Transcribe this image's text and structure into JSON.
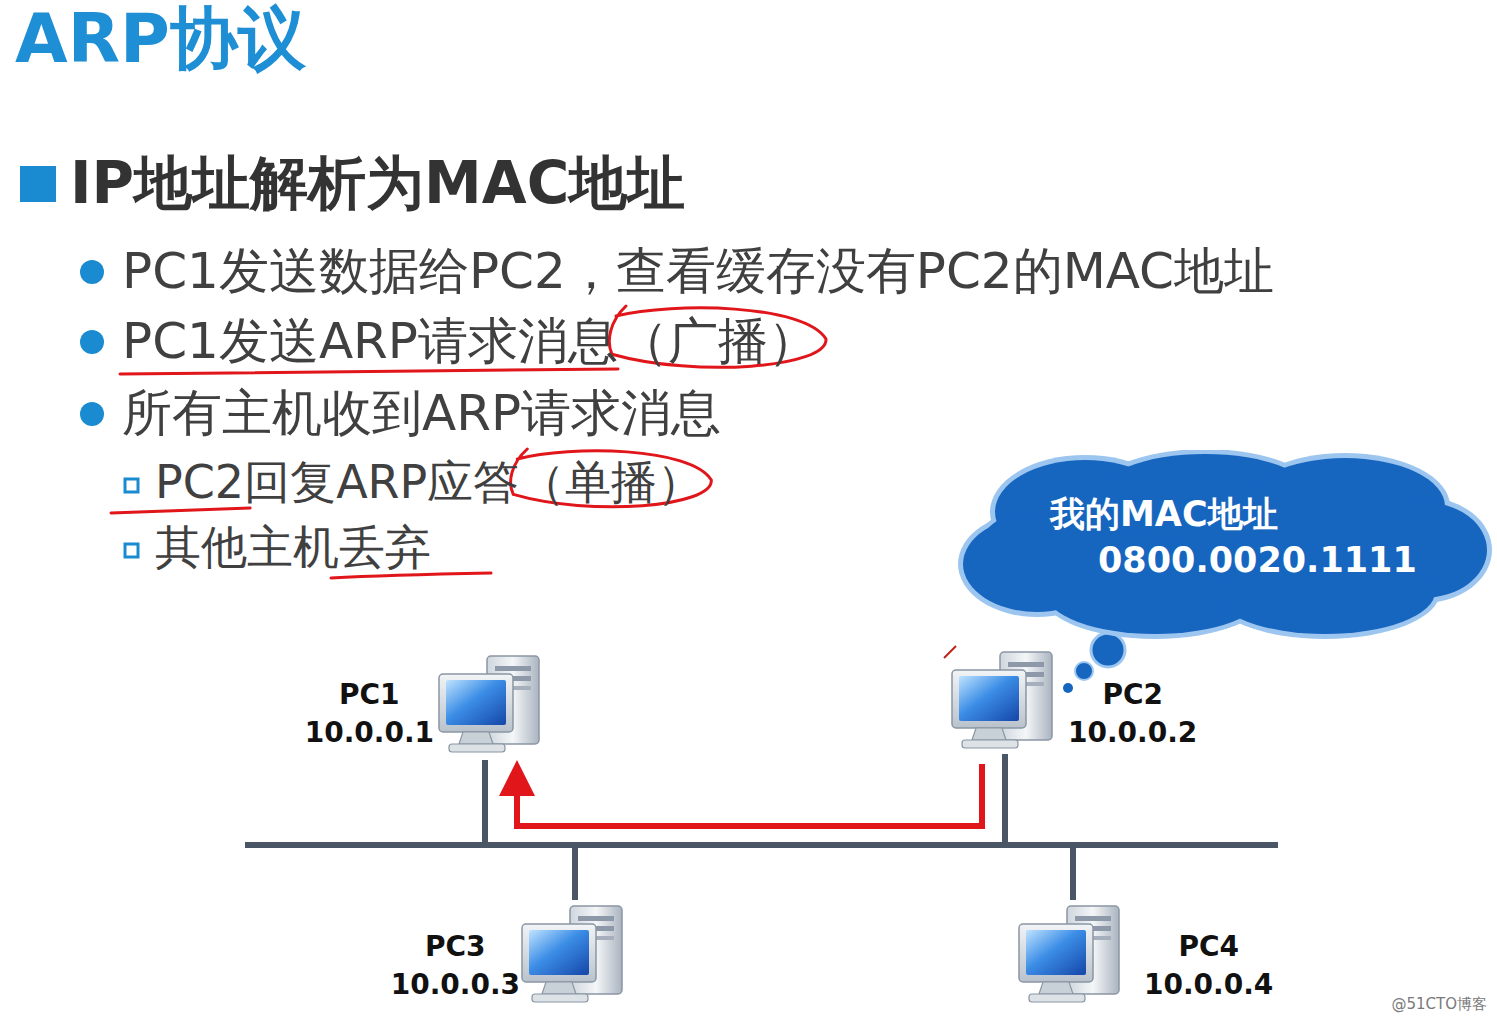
{
  "diagram": {
    "title": "ARP协议",
    "nodes": [
      {
        "text": [
          "我的MAC地址",
          "0800.0020.1111"
        ]
      },
      {
        "text": [
          "PC1",
          "10.0.0.1"
        ]
      },
      {
        "text": [
          "PC2",
          "10.0.0.2"
        ]
      },
      {
        "text": [
          "PC3",
          "10.0.0.3"
        ]
      },
      {
        "text": [
          "PC4",
          "10.0.0.4"
        ]
      }
    ],
    "edges": [
      {
        "from": 2,
        "to": 1,
        "arrow": "to"
      },
      {
        "from": 1,
        "to": 3,
        "arrow": "none"
      },
      {
        "from": 3,
        "to": 2,
        "arrow": "none"
      },
      {
        "from": 2,
        "to": 4,
        "arrow": "none"
      }
    ],
    "labels": [
      "IP地址解析为MAC地址",
      "PC1发送数据给PC2，查看缓存没有PC2的MAC地址",
      "PC1发送ARP请求消息（广播）",
      "所有主机收到ARP请求消息",
      "PC2回复ARP应答（单播）",
      "其他主机丢弃",
      "@51CTO博客"
    ]
  }
}
